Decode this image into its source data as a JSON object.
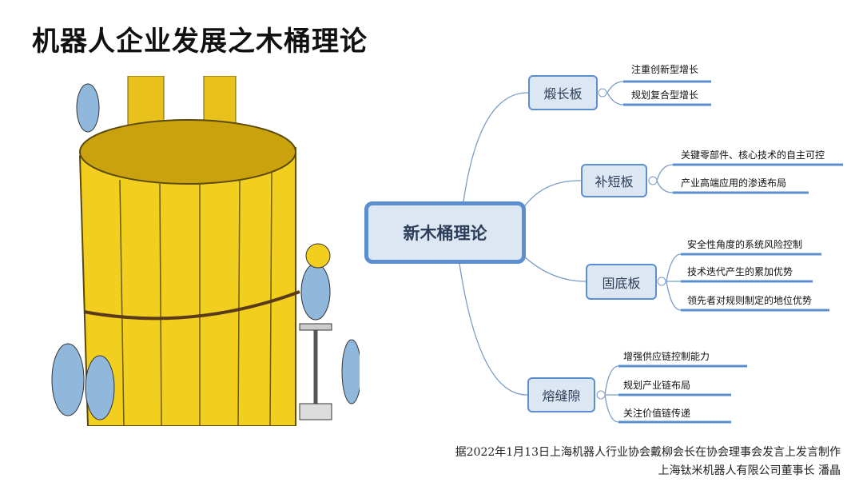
{
  "title": "机器人企业发展之木桶理论",
  "mindmap": {
    "center": "新木桶理论",
    "branches": [
      {
        "label": "煅长板",
        "items": [
          "注重创新型增长",
          "规划复合型增长"
        ]
      },
      {
        "label": "补短板",
        "items": [
          "关键零部件、核心技术的自主可控",
          "产业高端应用的渗透布局"
        ]
      },
      {
        "label": "固底板",
        "items": [
          "安全性角度的系统风险控制",
          "技术迭代产生的累加优势",
          "领先者对规则制定的地位优势"
        ]
      },
      {
        "label": "熔缝隙",
        "items": [
          "增强供应链控制能力",
          "规划产业链布局",
          "关注价值链传递"
        ]
      }
    ]
  },
  "footer": {
    "line1": "据2022年1月13日上海机器人行业协会戴柳会长在协会理事会发言上发言制作",
    "line2": "上海钛米机器人有限公司董事长 潘晶"
  },
  "colors": {
    "node_border": "#5b8fd0",
    "node_fill": "#dde7f3",
    "connector": "#7a9cc6",
    "barrel": "#f2cf1f"
  }
}
